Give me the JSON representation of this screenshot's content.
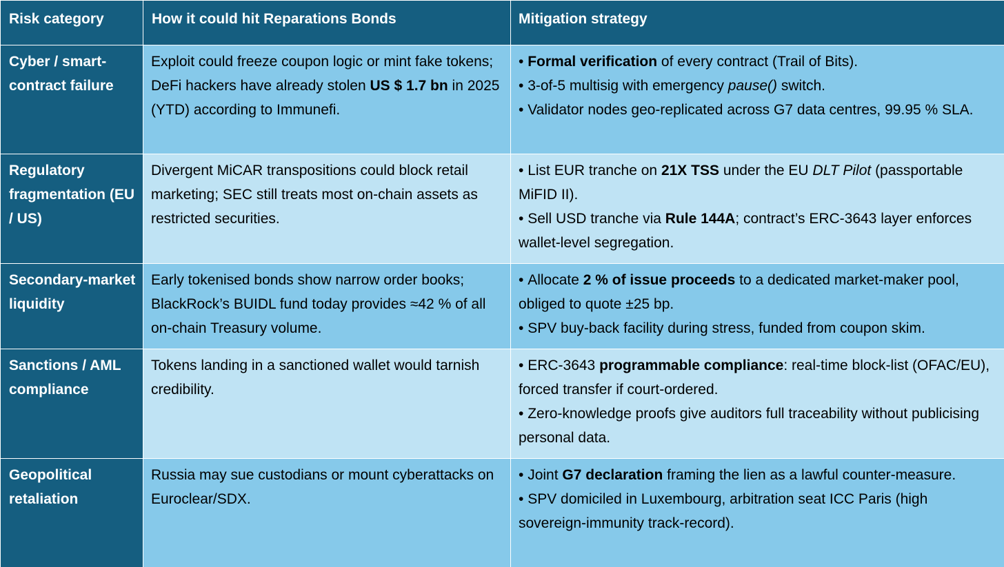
{
  "header": {
    "col1": "Risk category",
    "col2": "How it could hit Reparations Bonds",
    "col3": "Mitigation strategy"
  },
  "rows": [
    {
      "category": "Cyber / smart-contract failure",
      "impact": [
        "Exploit could freeze coupon logic or mint fake tokens; DeFi hackers have already stolen ",
        "US $ 1.7 bn",
        " in 2025 (YTD) according to Immunefi."
      ],
      "mitigation": [
        [
          "",
          "Formal verification",
          " of every contract (Trail of Bits)."
        ],
        [
          "3-of-5 multisig with emergency ",
          "pause()",
          " switch."
        ],
        [
          "Validator nodes geo-replicated across G7 data centres, 99.95 % SLA."
        ]
      ]
    },
    {
      "category": "Regulatory fragmentation (EU / US)",
      "impact": [
        "Divergent MiCAR transpositions could block retail marketing; SEC still treats most on-chain assets as restricted securities."
      ],
      "mitigation": [
        [
          "List EUR tranche on ",
          "21X TSS",
          " under the EU ",
          "DLT Pilot",
          " (passportable MiFID II)."
        ],
        [
          "Sell USD tranche via ",
          "Rule 144A",
          "; contract’s ERC-3643 layer enforces wallet-level segregation."
        ]
      ]
    },
    {
      "category": "Secondary-market liquidity",
      "impact": [
        "Early tokenised bonds show narrow order books; BlackRock’s BUIDL fund today provides ≈42 % of all on-chain Treasury volume."
      ],
      "mitigation": [
        [
          "Allocate ",
          "2 % of issue proceeds",
          " to a dedicated market-maker pool, obliged to quote ±25 bp."
        ],
        [
          "SPV buy-back facility during stress, funded from coupon skim."
        ]
      ]
    },
    {
      "category": "Sanctions / AML compliance",
      "impact": [
        "Tokens landing in a sanctioned wallet would tarnish credibility."
      ],
      "mitigation": [
        [
          "ERC-3643 ",
          "programmable compliance",
          ": real-time block-list (OFAC/EU), forced transfer if court-ordered."
        ],
        [
          "Zero-knowledge proofs give auditors full traceability without publicising personal data."
        ]
      ]
    },
    {
      "category": "Geopolitical retaliation",
      "impact": [
        "Russia may sue custodians or mount cyberattacks on Euroclear/SDX."
      ],
      "mitigation": [
        [
          "Joint ",
          "G7 declaration",
          " framing the lien as a lawful counter-measure."
        ],
        [
          "SPV domiciled in Luxembourg, arbitration seat ICC Paris (high sovereign-immunity track-record)."
        ]
      ]
    }
  ]
}
